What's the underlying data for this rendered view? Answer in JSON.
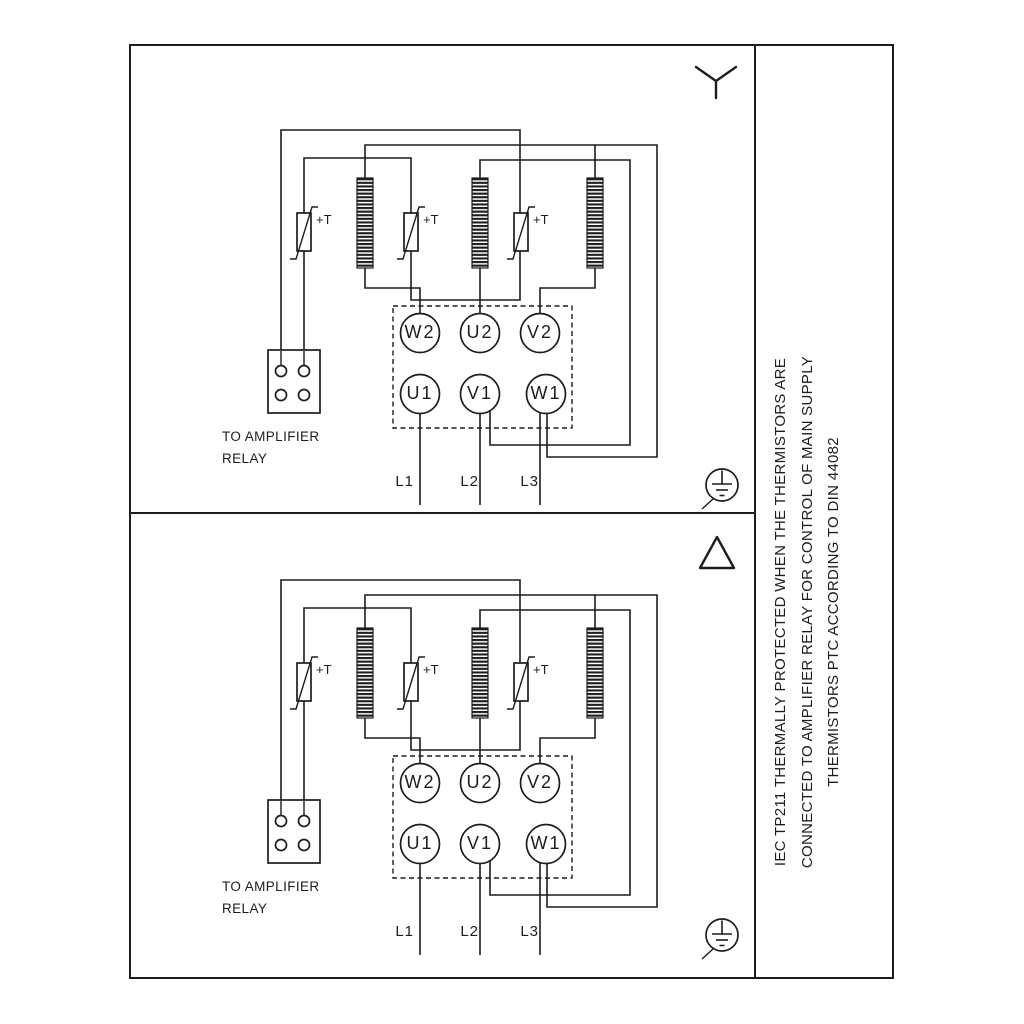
{
  "diagram": {
    "line_color": "#1d1d1d",
    "background_color": "#ffffff"
  },
  "panels": [
    {
      "name": "star-connection",
      "symbol_icon": "star-connection-icon",
      "terminals_top": [
        "W2",
        "U2",
        "V2"
      ],
      "terminals_bottom": [
        "U1",
        "V1",
        "W1"
      ],
      "thermistor_labels": [
        "+T",
        "+T",
        "+T"
      ],
      "relay_caption": [
        "TO AMPLIFIER",
        "RELAY"
      ],
      "supply_labels": [
        "L1",
        "L2",
        "L3"
      ],
      "ground_icon": "earth-ground-icon"
    },
    {
      "name": "delta-connection",
      "symbol_icon": "delta-connection-icon",
      "terminals_top": [
        "W2",
        "U2",
        "V2"
      ],
      "terminals_bottom": [
        "U1",
        "V1",
        "W1"
      ],
      "thermistor_labels": [
        "+T",
        "+T",
        "+T"
      ],
      "relay_caption": [
        "TO AMPLIFIER",
        "RELAY"
      ],
      "supply_labels": [
        "L1",
        "L2",
        "L3"
      ],
      "ground_icon": "earth-ground-icon"
    }
  ],
  "side_note": {
    "line1": "IEC TP211 THERMALLY PROTECTED WHEN THE THERMISTORS ARE",
    "line2": "CONNECTED TO AMPLIFIER RELAY FOR CONTROL OF MAIN SUPPLY",
    "line3": "THERMISTORS PTC ACCORDING TO DIN 44082"
  }
}
